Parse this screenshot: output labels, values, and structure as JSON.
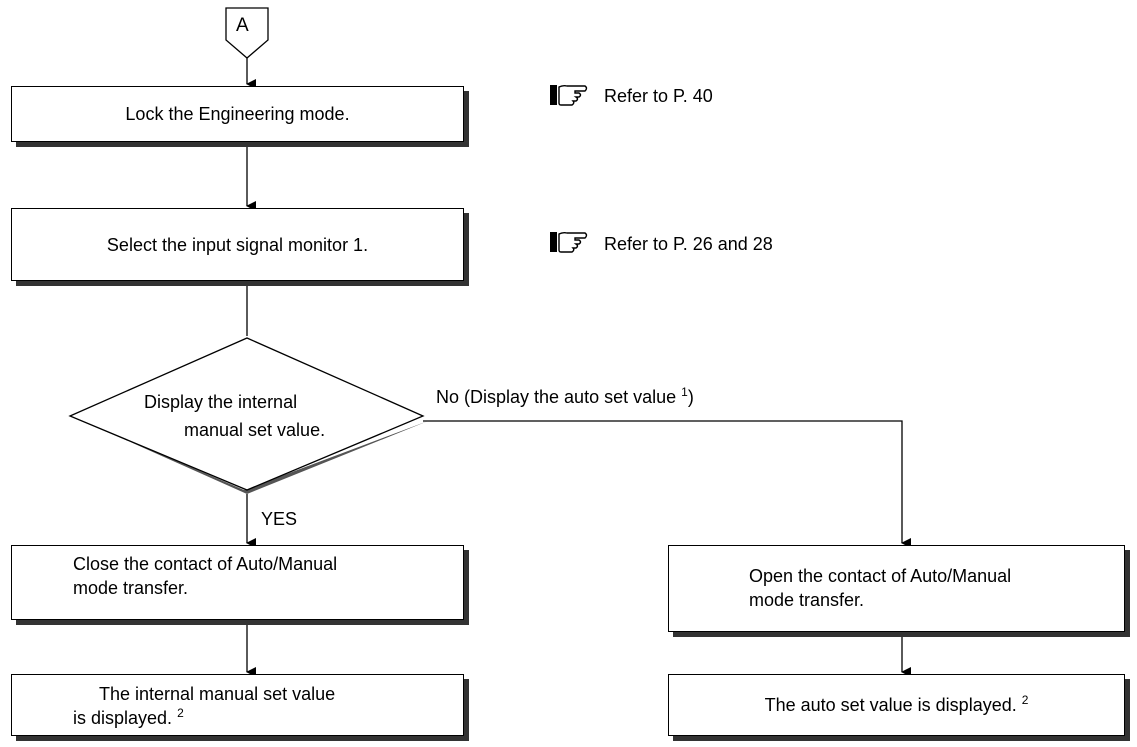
{
  "connector": {
    "label": "A"
  },
  "steps": {
    "lock": {
      "text": "Lock the Engineering mode.",
      "ref": "Refer to P. 40"
    },
    "select": {
      "text": "Select the input signal monitor 1.",
      "ref": "Refer to P. 26 and 28"
    }
  },
  "decision": {
    "line1": "Display the internal",
    "line2": "manual set value.",
    "yes_label": "YES",
    "no_label": "No (Display the auto set value ",
    "no_sup": "1",
    "no_close": ")"
  },
  "left_branch": {
    "action_line1": "Close the contact of Auto/Manual",
    "action_line2": "mode transfer.",
    "result_line1": "The internal manual set value",
    "result_line2": "is displayed. ",
    "result_sup": "2"
  },
  "right_branch": {
    "action_line1": "Open the contact of Auto/Manual",
    "action_line2": "mode transfer.",
    "result_text": "The auto set value is displayed. ",
    "result_sup": "2"
  },
  "icons": {
    "ref": "pointing-hand-icon"
  }
}
